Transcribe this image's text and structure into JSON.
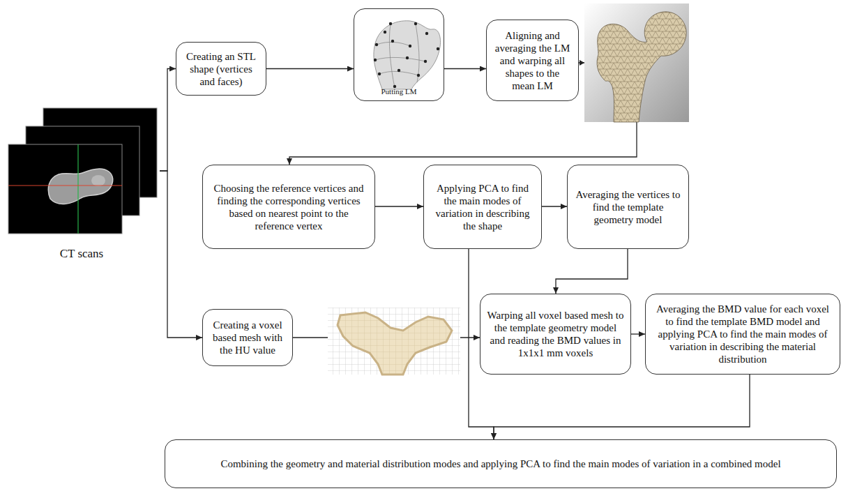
{
  "diagram": {
    "nodes": [
      {
        "text": [
          "CT scans"
        ]
      },
      {
        "text": [
          "Creating an STL shape (vertices and faces)"
        ]
      },
      {
        "text": [
          "Putting LM"
        ]
      },
      {
        "text": [
          "Aligning and averaging the LM and warping all shapes to the mean LM"
        ]
      },
      {
        "text": [
          "Choosing the reference vertices and finding the corresponding vertices based on nearest point to the reference vertex"
        ]
      },
      {
        "text": [
          "Applying PCA to find the main modes of variation in describing the shape"
        ]
      },
      {
        "text": [
          "Averaging the vertices to find the template geometry model"
        ]
      },
      {
        "text": [
          "Creating a voxel based mesh with the HU value"
        ]
      },
      {
        "text": [
          "Warping all voxel based mesh to the template geometry model and reading the BMD values in 1x1x1 mm voxels"
        ]
      },
      {
        "text": [
          "Averaging the BMD value for each voxel to find the template BMD model and applying PCA to find the main modes of variation in describing the material distribution"
        ]
      },
      {
        "text": [
          "Combining the geometry and material distribution modes and applying PCA to find the main modes of variation in a combined model"
        ]
      }
    ],
    "edges": [
      {
        "from": 0,
        "to": 1,
        "arrow": "to"
      },
      {
        "from": 0,
        "to": 7,
        "arrow": "to"
      },
      {
        "from": 1,
        "to": 2,
        "arrow": "to"
      },
      {
        "from": 2,
        "to": 3,
        "arrow": "to"
      },
      {
        "from": 3,
        "to": 4,
        "arrow": "to"
      },
      {
        "from": 4,
        "to": 5,
        "arrow": "to"
      },
      {
        "from": 5,
        "to": 6,
        "arrow": "to"
      },
      {
        "from": 6,
        "to": 8,
        "arrow": "to"
      },
      {
        "from": 7,
        "to": 8,
        "arrow": "to"
      },
      {
        "from": 8,
        "to": 9,
        "arrow": "to"
      },
      {
        "from": 5,
        "to": 10,
        "arrow": "to"
      },
      {
        "from": 9,
        "to": 10,
        "arrow": "to"
      }
    ]
  }
}
